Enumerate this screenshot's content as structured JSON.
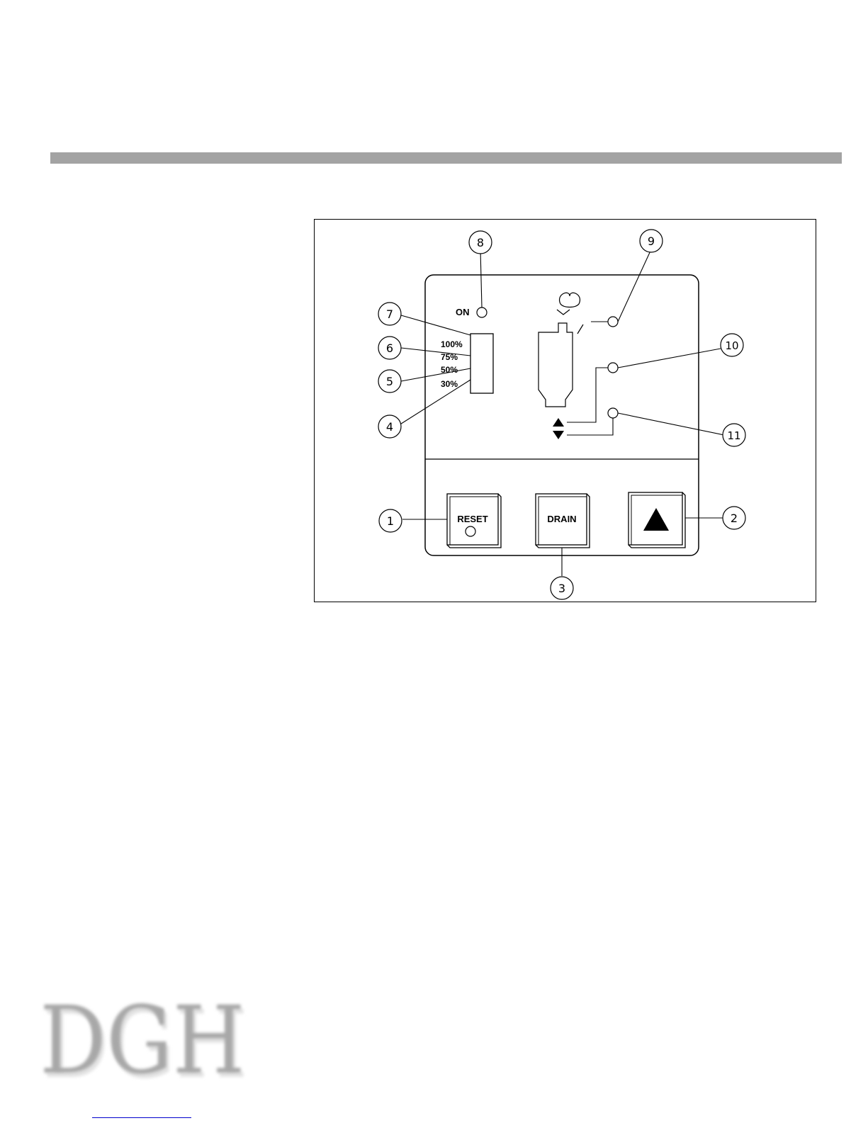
{
  "panel": {
    "on_label": "ON",
    "level_labels": [
      "100%",
      "75%",
      "50%",
      "30%"
    ],
    "reset_label": "RESET",
    "drain_label": "DRAIN"
  },
  "callouts": {
    "c1": "1",
    "c2": "2",
    "c3": "3",
    "c4": "4",
    "c5": "5",
    "c6": "6",
    "c7": "7",
    "c8": "8",
    "c9": "9",
    "c10": "10",
    "c11": "11"
  },
  "logo": {
    "text": "DGH"
  },
  "colors": {
    "header_bar": "#a3a3a3",
    "logo": "#9a9a9a"
  }
}
